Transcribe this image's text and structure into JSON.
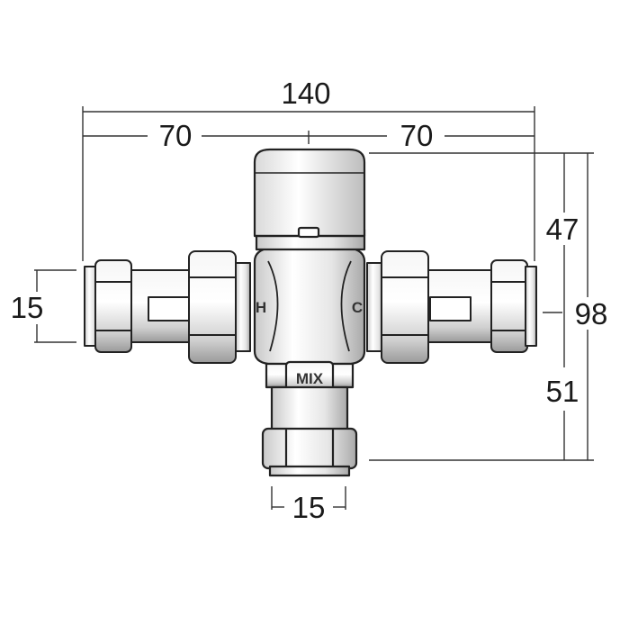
{
  "dimensions": {
    "overall_width": "140",
    "half_width_left": "70",
    "half_width_right": "70",
    "upper_height": "47",
    "lower_height": "51",
    "overall_height": "98",
    "inlet_size": "15",
    "outlet_size": "15"
  },
  "markings": {
    "hot": "H",
    "cold": "C",
    "mixed": "MIX"
  }
}
